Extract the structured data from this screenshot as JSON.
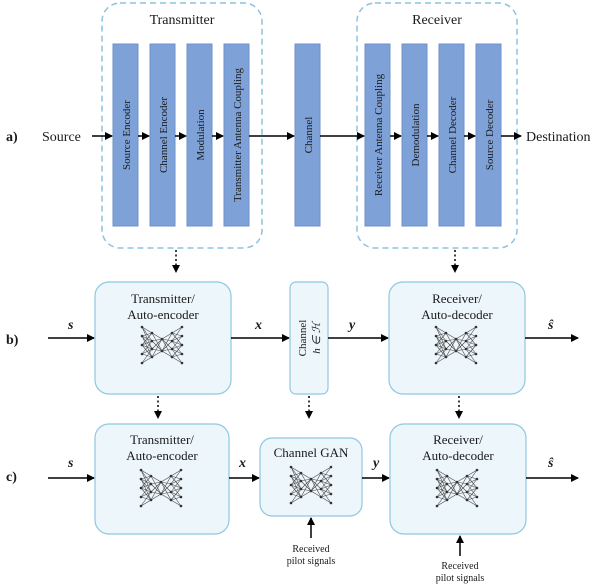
{
  "row_a": {
    "row_label": "a)",
    "source": "Source",
    "destination": "Destination",
    "transmitter_title": "Transmitter",
    "receiver_title": "Receiver",
    "transmitter_blocks": [
      "Source Encoder",
      "Channel Encoder",
      "Modulation",
      "Transmitter  Antenna Coupling"
    ],
    "channel_block": "Channel",
    "receiver_blocks": [
      "Receiver  Antenna Coupling",
      "Demodulation",
      "Channel Decoder",
      "Source Decoder"
    ]
  },
  "row_b": {
    "row_label": "b)",
    "input": "s",
    "tx_line1": "Transmitter/",
    "tx_line2": "Auto-encoder",
    "x": "x",
    "channel_line1": "Channel",
    "channel_line2": "h ∈ ℋ",
    "y": "y",
    "rx_line1": "Receiver/",
    "rx_line2": "Auto-decoder",
    "output": "ŝ"
  },
  "row_c": {
    "row_label": "c)",
    "input": "s",
    "tx_line1": "Transmitter/",
    "tx_line2": "Auto-encoder",
    "x": "x",
    "channel_gan": "Channel GAN",
    "y": "y",
    "rx_line1": "Receiver/",
    "rx_line2": "Auto-decoder",
    "output": "ŝ",
    "pilot_line1": "Received",
    "pilot_line2": "pilot signals"
  },
  "colors": {
    "block_fill": "#7ea2d8",
    "group_border": "#8cc3df",
    "panel_fill": "#ecf6fb",
    "panel_border": "#8fc8e0"
  }
}
